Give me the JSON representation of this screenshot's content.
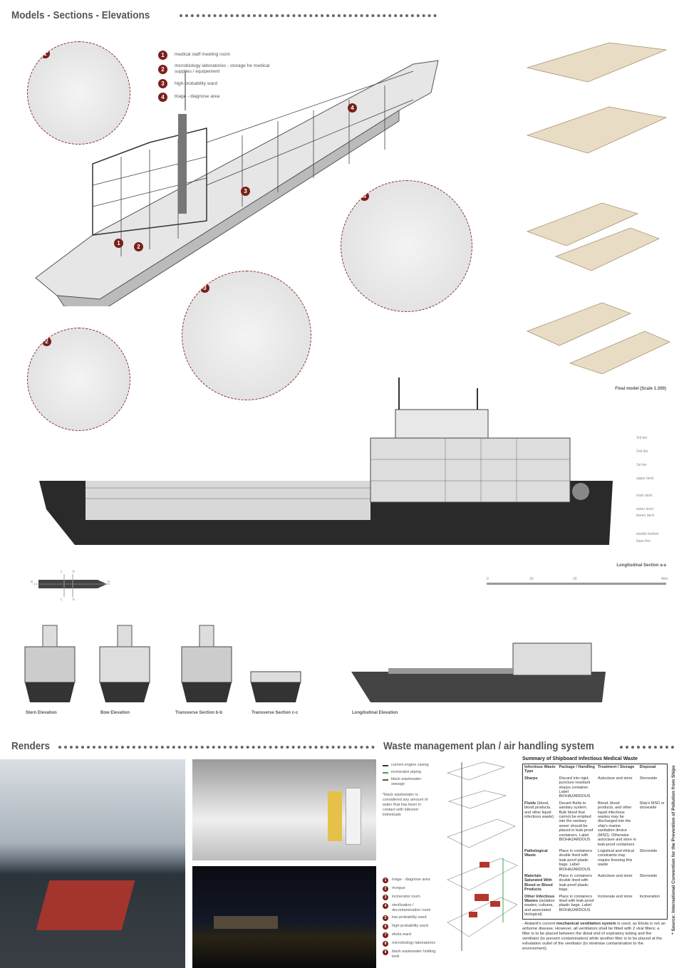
{
  "headers": {
    "models": "Models - Sections - Elevations",
    "renders": "Renders",
    "waste": "Waste management plan / air handling system"
  },
  "accent_color": "#7a1f1a",
  "room_legend": [
    {
      "num": "1",
      "label": "medical staff meeting room"
    },
    {
      "num": "2",
      "label": "microbiology laboratories - storage for medical supplies / equipement"
    },
    {
      "num": "3",
      "label": "high-probability ward"
    },
    {
      "num": "4",
      "label": "triage - diagnose area"
    }
  ],
  "callouts": [
    "1",
    "2",
    "3",
    "4"
  ],
  "final_model_caption": "Final model (Scale 1:200)",
  "deck_levels": [
    "3rd tier",
    "2nd tier",
    "1st tier",
    "upper deck",
    "main deck",
    "water level",
    "tween deck",
    "double bottom",
    "base line"
  ],
  "section_caption": "Longitudinal Section a-a",
  "key_plan_marks": [
    "a",
    "a",
    "b",
    "b",
    "c",
    "c"
  ],
  "scale_bar": {
    "ticks": [
      "0",
      "10",
      "20",
      "40m"
    ]
  },
  "elevations": [
    "Stern Elevation",
    "Bow Elevation",
    "Transverse Section b-b",
    "Transverse Section c-c",
    "Longitudinal Elevation"
  ],
  "waste_legend": {
    "lines": [
      {
        "label": "current engine casing",
        "color": "#333333"
      },
      {
        "label": "incinerator piping",
        "color": "#3aa84a"
      },
      {
        "label": "black wastewater sewage",
        "color": "#555555"
      }
    ],
    "note": "*black wastewater is considered any amount of water that has been in contact with infected individuals",
    "rooms": [
      {
        "num": "1",
        "label": "triage - diagnose area"
      },
      {
        "num": "2",
        "label": "morgue"
      },
      {
        "num": "3",
        "label": "incinerator room"
      },
      {
        "num": "4",
        "label": "sterilization / decontamination room"
      },
      {
        "num": "5",
        "label": "low-probability ward"
      },
      {
        "num": "6",
        "label": "high-probability ward"
      },
      {
        "num": "7",
        "label": "ebola ward"
      },
      {
        "num": "8",
        "label": "microbiology laboratories"
      },
      {
        "num": "9",
        "label": "black wastewater holding tank"
      }
    ]
  },
  "waste_table": {
    "title": "Summary of Shipboard Infectious Medical Waste",
    "columns": [
      "Infectious Waste Type",
      "Package / Handling",
      "Treatment / Storage",
      "Disposal"
    ],
    "rows": [
      {
        "type": "Sharps",
        "type_note": "",
        "package": "Discard into rigid, puncture resistant sharps container. Label BIOHAZARDOUS",
        "treatment": "Autoclave and store",
        "disposal": "Shoreside"
      },
      {
        "type": "Fluids",
        "type_note": "(blood, blood products, and other liquid infectious waste)",
        "package": "Decant fluids to sanitary system. Bulk blood that cannot be emptied into the sanitary sewer should be placed in leak-proof containers. Label BIOHAZARDOUS",
        "treatment": "Blood, blood products, and other liquid infectious wastes may be discharged into the ship's marine sanitation device (MSD). Otherwise autoclave and store in leak-proof containers",
        "disposal": "Ship's MSD or shoreside"
      },
      {
        "type": "Pathological Waste",
        "type_note": "",
        "package": "Place in containers double lined with leak-proof plastic bags. Label BIOHAZARDOUS",
        "treatment": "Logistical and ethical constraints may require freezing this waste",
        "disposal": "Shoreside"
      },
      {
        "type": "Materials Saturated With Blood or Blood Products",
        "type_note": "",
        "package": "Place in containers double lined with leak-proof plastic bags.",
        "treatment": "Autoclave and store",
        "disposal": "Shoreside"
      },
      {
        "type": "Other Infectious Wastes",
        "type_note": "(isolation wastes, cultures, and associated biological)",
        "package": "Place in containers lined with leak-proof plastic bags. Label BIOHAZARDOUS",
        "treatment": "Incinerate and store",
        "disposal": "Incineration"
      }
    ],
    "source": "* Source: International Convention for the Prevention of Pollution from Ships"
  },
  "ventilation_note": {
    "prefix": "- Atalanti's current ",
    "bold": "mechanical ventilation system",
    "suffix": " is used, as Ebola is not an airborne disease. However, all ventilators shall be fitted with 2 viral filters; a filter is to be placed between the distal end of expiratory tubing and the ventilator (to prevent contamination) while another filter is to be placed at the exhalation outlet of the ventilator (to minimise contamination to the environment)."
  }
}
